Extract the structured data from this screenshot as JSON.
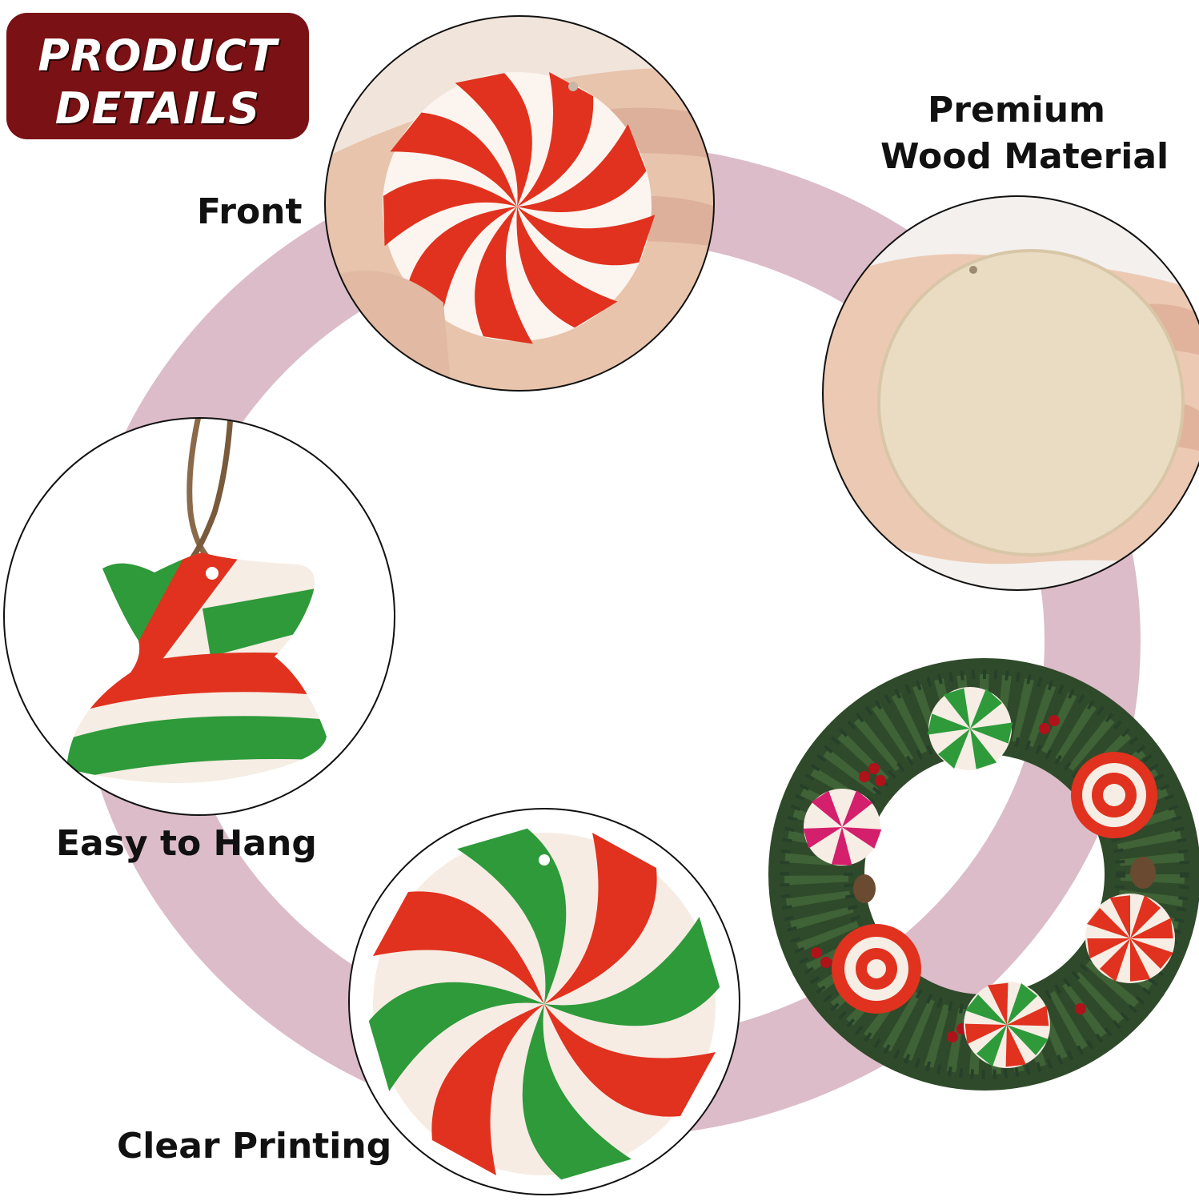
{
  "badge": {
    "line1": "PRODUCT",
    "line2": "DETAILS"
  },
  "labels": {
    "front": "Front",
    "premium_line1": "Premium",
    "premium_line2": "Wood Material",
    "easy_hang": "Easy to Hang",
    "clear_printing": "Clear Printing"
  },
  "colors": {
    "badge_bg": "#7a1114",
    "ring": "#dcbcc8",
    "candy_red": "#e0321e",
    "candy_green": "#2e9a3a",
    "wood": "#e9dcc3",
    "skin": "#e8c4ac"
  },
  "images": [
    {
      "name": "front-photo-icon",
      "depicts": "red and white peppermint ornament held in hand"
    },
    {
      "name": "wood-back-photo-icon",
      "depicts": "plain wooden disc held in hand"
    },
    {
      "name": "hanging-ornament-photo-icon",
      "depicts": "candy shaped wooden ornament hanging on twine"
    },
    {
      "name": "clear-printing-photo-icon",
      "depicts": "red green white swirl candy ornament"
    },
    {
      "name": "wreath-photo-icon",
      "depicts": "christmas wreath decorated with candy ornaments"
    }
  ]
}
